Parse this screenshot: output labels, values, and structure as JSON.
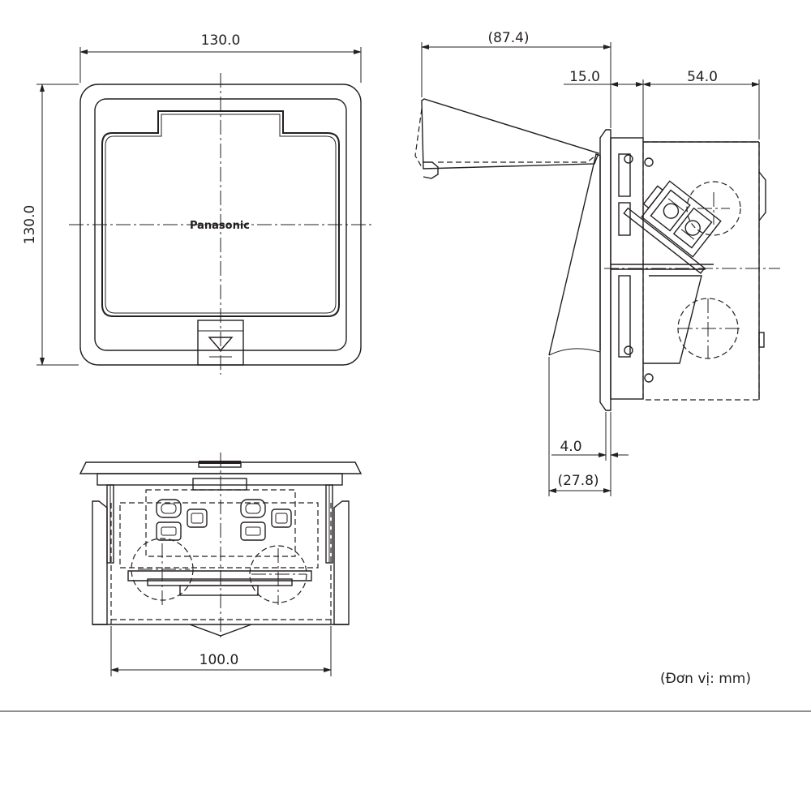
{
  "brand": "Panasonic",
  "dimensions": {
    "top_width": "130.0",
    "top_height": "130.0",
    "open_depth": "(87.4)",
    "lid_offset": "15.0",
    "box_depth": "54.0",
    "plate_thickness": "4.0",
    "side_offset": "(27.8)",
    "box_width": "100.0"
  },
  "unit_note": "(Đơn vị: mm)"
}
